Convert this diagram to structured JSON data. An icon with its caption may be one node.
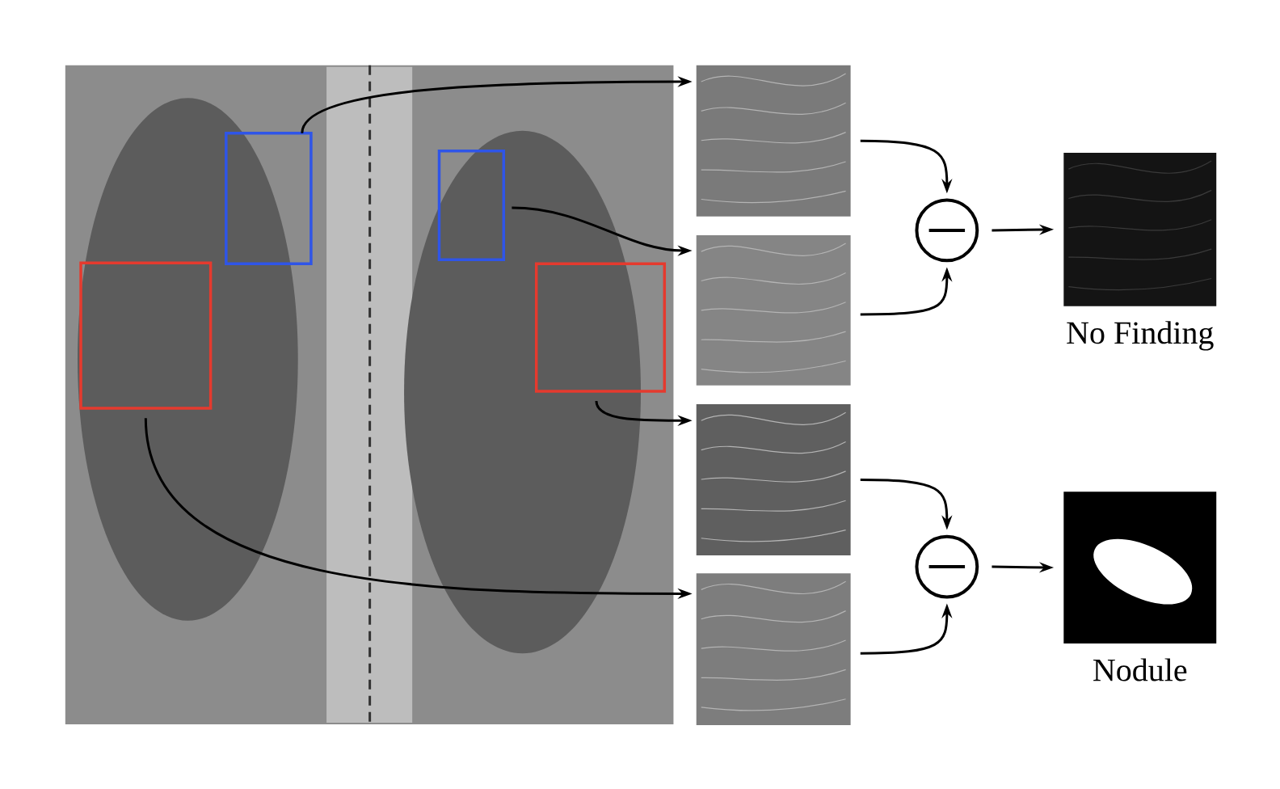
{
  "diagram": {
    "nodes": [
      {
        "text": [],
        "shape": "picture"
      },
      {
        "text": [],
        "shape": "box",
        "in": 0
      },
      {
        "text": [],
        "shape": "box",
        "in": 0
      },
      {
        "text": [],
        "shape": "box",
        "in": 0
      },
      {
        "text": [],
        "shape": "box",
        "in": 0
      },
      {
        "text": [],
        "shape": "picture"
      },
      {
        "text": [],
        "shape": "picture"
      },
      {
        "text": [],
        "shape": "picture"
      },
      {
        "text": [],
        "shape": "picture"
      },
      {
        "text": [],
        "shape": "circle"
      },
      {
        "text": [],
        "shape": "picture",
        "beside": [
          "No Finding"
        ]
      },
      {
        "text": [],
        "shape": "circle"
      },
      {
        "text": [],
        "shape": "picture",
        "beside": [
          "Nodule"
        ]
      }
    ],
    "edges": [
      {
        "from": 1,
        "to": 5,
        "arrow": "to"
      },
      {
        "from": 2,
        "to": 6,
        "arrow": "to"
      },
      {
        "from": 4,
        "to": 7,
        "arrow": "to"
      },
      {
        "from": 3,
        "to": 8,
        "arrow": "to"
      },
      {
        "from": 5,
        "to": 9,
        "arrow": "to"
      },
      {
        "from": 6,
        "to": 9,
        "arrow": "to"
      },
      {
        "from": 9,
        "to": 10,
        "arrow": "to"
      },
      {
        "from": 7,
        "to": 11,
        "arrow": "to"
      },
      {
        "from": 8,
        "to": 11,
        "arrow": "to"
      },
      {
        "from": 11,
        "to": 12,
        "arrow": "to"
      }
    ]
  }
}
